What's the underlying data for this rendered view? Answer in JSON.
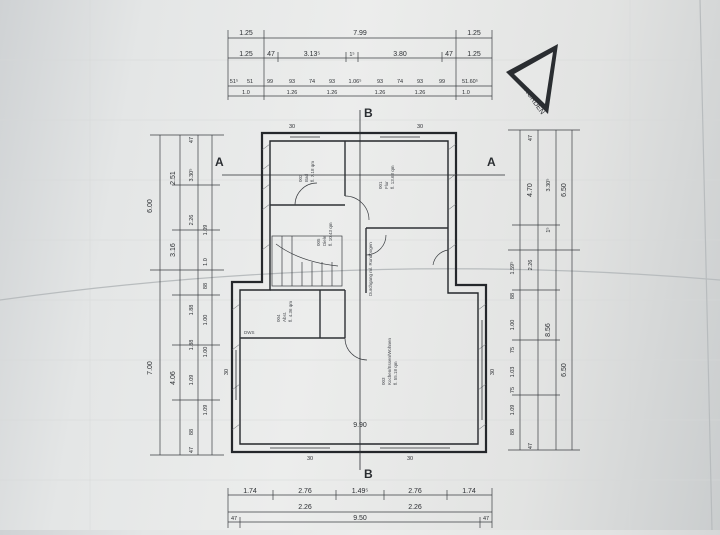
{
  "north_label": "NORDEN",
  "section_labels": {
    "a": "A",
    "b": "B"
  },
  "top_dims": {
    "row1": [
      "1.25",
      "7.99",
      "1.25"
    ],
    "row2": [
      "1.25",
      "47",
      "3.13⁵",
      "1⁵",
      "3.80",
      "47",
      "1.25"
    ],
    "row3": [
      "51⁵",
      "51",
      "99",
      "93",
      "74",
      "93",
      "1.06⁵",
      "93",
      "74",
      "93",
      "99",
      "51.60⁵"
    ],
    "row4": [
      "1.0",
      "1.26",
      "1.26",
      "1.26",
      "1.26",
      "1.0"
    ]
  },
  "bottom_dims": {
    "row1": [
      "1.74",
      "2.76",
      "1.49⁵",
      "2.76",
      "1.74"
    ],
    "row2": [
      "2.26",
      "2.26"
    ],
    "row3": [
      "47",
      "9.50",
      "47"
    ]
  },
  "left_dims": {
    "outer": [
      "6.00",
      "7.00"
    ],
    "mid": [
      "2.51",
      "3.16",
      "4.06"
    ],
    "inner": [
      "47",
      "3.30⁵",
      "2.26",
      "1.09",
      "1.0",
      "88",
      "1.88",
      "1.00",
      "1.88",
      "1.00",
      "1.09",
      "1.09",
      "88",
      "47"
    ]
  },
  "right_dims": {
    "outer": [
      "6.50",
      "6.50"
    ],
    "mid": [
      "4.70",
      "8.56"
    ],
    "inner": [
      "47",
      "3.30⁵",
      "1⁵",
      "2.26",
      "1.59⁵",
      "88",
      "1.00",
      "75",
      "1.03",
      "75",
      "1.09",
      "88",
      "47"
    ]
  },
  "interior_dims": [
    "9.90",
    "30",
    "30",
    "30",
    "30",
    "30",
    "30"
  ],
  "rooms": [
    {
      "code": "002",
      "name": "Bad",
      "area": "fl. 7.18 qm"
    },
    {
      "code": "001",
      "name": "Flur",
      "area": "fl. 13.63 qm"
    },
    {
      "code": "005",
      "name": "Diele",
      "area": "fl. 10.43 qm"
    },
    {
      "code": "004",
      "name": "Abst.",
      "area": "fl. 4.36 qm"
    },
    {
      "code": "003",
      "name": "Kochen/Essen/Wohnen",
      "area": "fl. 55.18 qm"
    }
  ],
  "labels": {
    "dws": "DWS",
    "passage": "Durchgang ml. Rundbogen"
  }
}
